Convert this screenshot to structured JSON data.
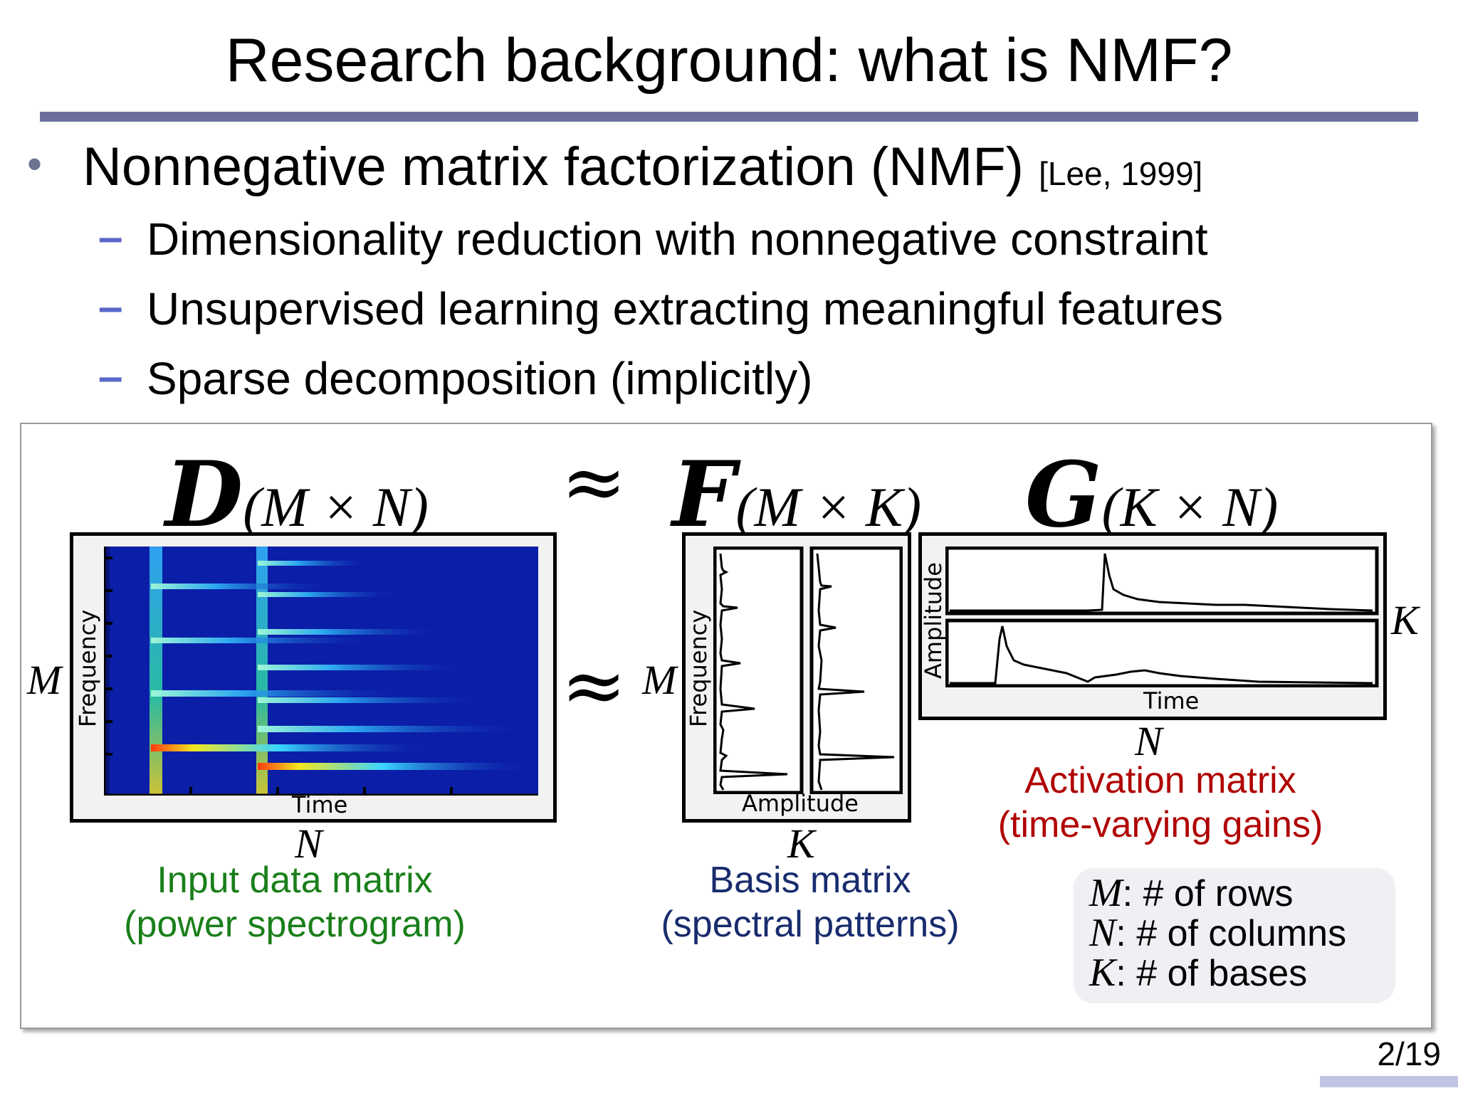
{
  "slide": {
    "title": "Research background: what is NMF?",
    "bullet": {
      "text": "Nonnegative matrix factorization (NMF)",
      "citation": "[Lee, 1999]"
    },
    "subbullets": [
      "Dimensionality reduction with nonnegative constraint",
      "Unsupervised learning extracting meaningful features",
      "Sparse decomposition (implicitly)"
    ],
    "page_number": "2/19"
  },
  "figure": {
    "equation": {
      "d_symbol": "D",
      "d_dims": "(M × N)",
      "approx_symbol": "≈",
      "f_symbol": "F",
      "f_dims": "(M × K)",
      "g_symbol": "G",
      "g_dims": "(K × N)"
    },
    "spectrogram": {
      "x_label": "Time",
      "y_label": "Frequency",
      "row_var": "M",
      "col_var": "N",
      "caption_line1": "Input data matrix",
      "caption_line2": "(power spectrogram)"
    },
    "basis": {
      "x_label": "Amplitude",
      "y_label": "Frequency",
      "row_var": "M",
      "col_var": "K",
      "caption_line1": "Basis matrix",
      "caption_line2": "(spectral patterns)"
    },
    "activation": {
      "x_label": "Time",
      "y_label": "Amplitude",
      "row_var": "K",
      "col_var": "N",
      "caption_line1": "Activation matrix",
      "caption_line2": "(time-varying gains)"
    },
    "legend": [
      {
        "var": "M",
        "text": ": # of rows"
      },
      {
        "var": "N",
        "text": ": # of columns"
      },
      {
        "var": "K",
        "text": ": # of bases"
      }
    ],
    "colors": {
      "spectrogram_background": "#0b1ea8",
      "input_caption": "#1a7f1a",
      "basis_caption": "#182c6e",
      "activation_caption": "#b00000",
      "title_rule": "#6c6f9e",
      "subbullet_dash": "#5a67c8"
    }
  }
}
